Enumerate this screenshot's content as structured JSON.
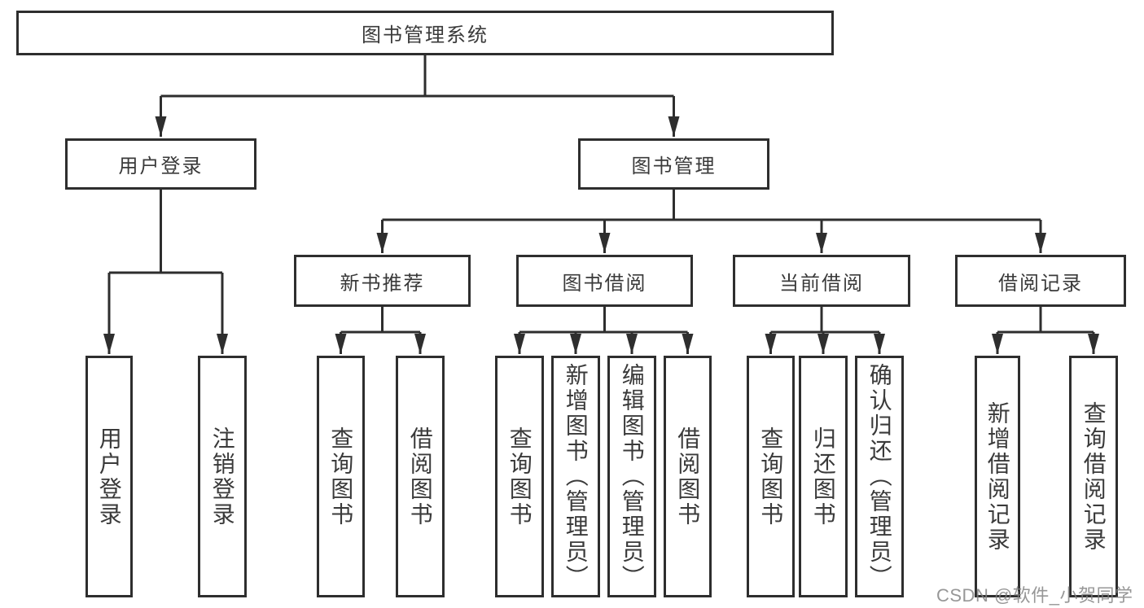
{
  "diagram": {
    "root": "图书管理系统",
    "branches": [
      {
        "label": "用户登录",
        "children": [
          "用户登录",
          "注销登录"
        ]
      },
      {
        "label": "图书管理",
        "sub": [
          {
            "label": "新书推荐",
            "children": [
              "查询图书",
              "借阅图书"
            ]
          },
          {
            "label": "图书借阅",
            "children": [
              "查询图书",
              "新增图书（管理员）",
              "编辑图书（管理员）",
              "借阅图书"
            ]
          },
          {
            "label": "当前借阅",
            "children": [
              "查询图书",
              "归还图书",
              "确认归还（管理员）"
            ]
          },
          {
            "label": "借阅记录",
            "children": [
              "新增借阅记录",
              "查询借阅记录"
            ]
          }
        ]
      }
    ]
  },
  "watermark": "CSDN @软件_小贺同学",
  "colors": {
    "line": "#2e2e2e",
    "text": "#3a3a3a",
    "background": "#ffffff",
    "watermark": "#808080"
  }
}
